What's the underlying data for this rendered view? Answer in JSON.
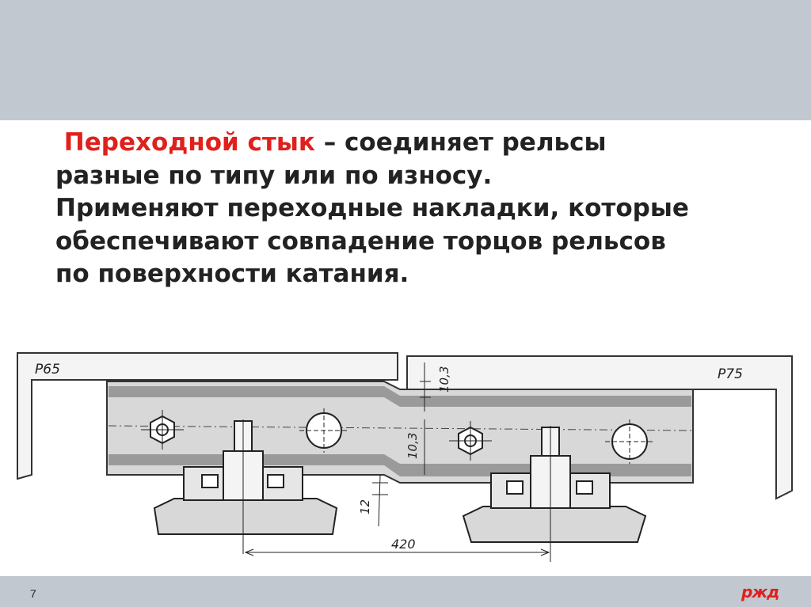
{
  "slide": {
    "term": "Переходной стык",
    "line1_rest": " – соединяет рельсы",
    "line2": "разные по типу или по износу.",
    "line3": "Применяют переходные накладки, которые",
    "line4": "обеспечивают совпадение торцов рельсов",
    "line5": "по поверхности катания."
  },
  "drawing": {
    "rail_left_label": "Р65",
    "rail_right_label": "Р75",
    "dim_top": "10,3",
    "dim_middle": "10,3",
    "dim_vertical": "12",
    "dim_spacing": "420"
  },
  "footer": {
    "page_number": "7",
    "logo_text": "РЖД"
  },
  "colors": {
    "accent": "#e0201c",
    "band": "#c2c8d0",
    "plate_fill": "#d8d8d8",
    "plate_band": "#9a9a9a"
  }
}
